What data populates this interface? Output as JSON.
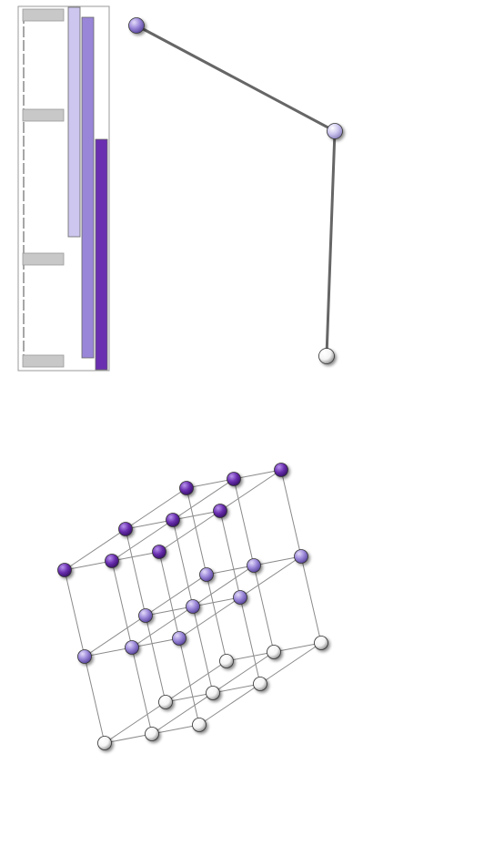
{
  "colors": {
    "dark": "#6a2fb0",
    "medium": "#9a86d8",
    "light": "#cdc6ee",
    "white": "#ffffff",
    "bar_gray": "#c8c8c8",
    "edge_dark": "#666666",
    "edge_thin": "#8a8a8a"
  },
  "panel": {
    "label_boxes": 4,
    "bars": [
      {
        "level": "light"
      },
      {
        "level": "medium"
      },
      {
        "level": "dark"
      }
    ]
  },
  "chain": {
    "nodes": [
      "medium",
      "light",
      "white"
    ],
    "edges": [
      [
        0,
        1
      ],
      [
        1,
        2
      ]
    ]
  },
  "lattice": {
    "dimensions": [
      3,
      3,
      3
    ],
    "layers": [
      "dark",
      "medium",
      "white"
    ]
  }
}
